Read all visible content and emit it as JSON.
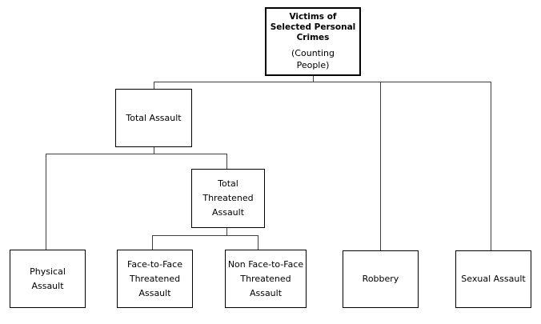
{
  "diagram": {
    "type": "hierarchy-flowchart",
    "root": {
      "title_lines": [
        "Victims of",
        "Selected Personal",
        "Crimes"
      ],
      "subtitle_lines": [
        "(Counting",
        "People)"
      ]
    },
    "nodes": {
      "total_assault": {
        "lines": [
          "Total Assault"
        ]
      },
      "total_threatened_assault": {
        "lines": [
          "Total",
          "Threatened",
          "Assault"
        ]
      },
      "physical_assault": {
        "lines": [
          "Physical",
          "Assault"
        ]
      },
      "face_to_face_threatened_assault": {
        "lines": [
          "Face-to-Face",
          "Threatened",
          "Assault"
        ]
      },
      "non_face_to_face_threatened_assault": {
        "lines": [
          "Non Face-to-Face",
          "Threatened",
          "Assault"
        ]
      },
      "robbery": {
        "lines": [
          "Robbery"
        ]
      },
      "sexual_assault": {
        "lines": [
          "Sexual Assault"
        ]
      }
    },
    "edges": [
      [
        "Victims of Selected Personal Crimes (Counting People)",
        "Total Assault"
      ],
      [
        "Victims of Selected Personal Crimes (Counting People)",
        "Robbery"
      ],
      [
        "Victims of Selected Personal Crimes (Counting People)",
        "Sexual Assault"
      ],
      [
        "Total Assault",
        "Physical Assault"
      ],
      [
        "Total Assault",
        "Total Threatened Assault"
      ],
      [
        "Total Threatened Assault",
        "Face-to-Face Threatened Assault"
      ],
      [
        "Total Threatened Assault",
        "Non Face-to-Face Threatened Assault"
      ]
    ],
    "colors": {
      "background": "#ffffff",
      "box_border": "#000000",
      "connector": "#3f3f3f",
      "text": "#000000"
    }
  }
}
